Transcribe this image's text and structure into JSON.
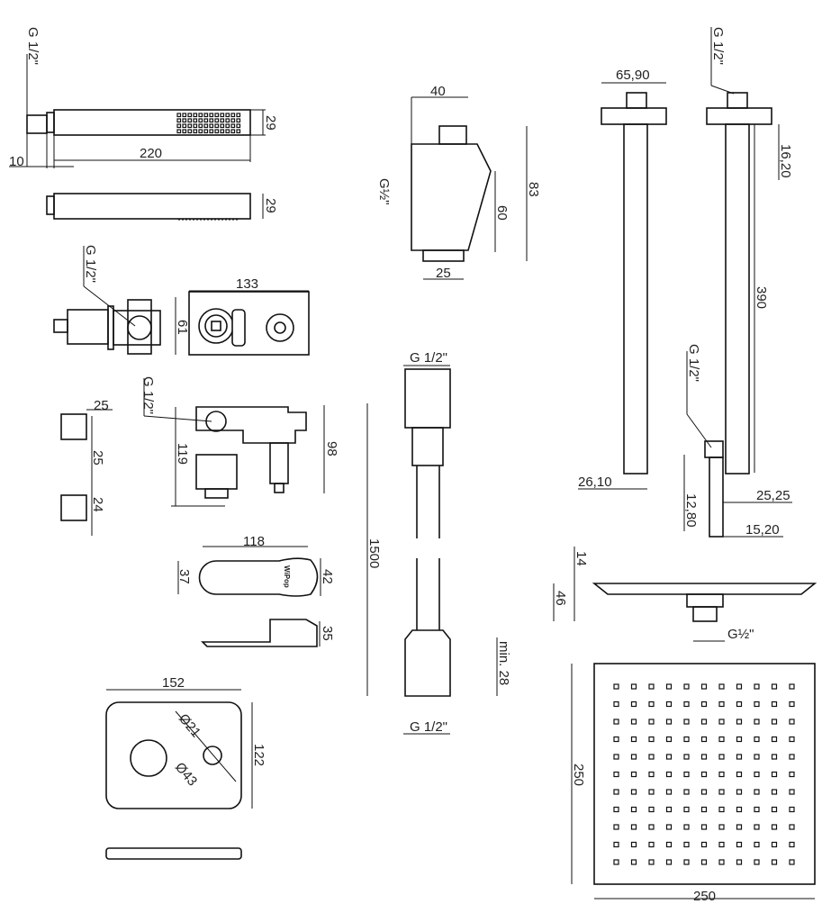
{
  "hand_shower": {
    "thread": "G 1/2\"",
    "wall_offset": "10",
    "length": "220",
    "height_top": "29",
    "height_side": "29"
  },
  "valve_body": {
    "thread": "G 1/2\"",
    "width": "133",
    "height": "61"
  },
  "valve_side": {
    "thread": "G 1/2\"",
    "height_a": "119",
    "height_b": "98"
  },
  "caps": {
    "width": "25",
    "height_a": "25",
    "height_b": "24"
  },
  "handle": {
    "length": "118",
    "height_a": "37",
    "height_b": "42",
    "depth": "35",
    "logo": "WiPop"
  },
  "cover_plate": {
    "width": "152",
    "height": "122",
    "diameter_small": "Ø21",
    "diameter_large": "Ø43"
  },
  "holder": {
    "width": "40",
    "thread": "G½\"",
    "height_total": "83",
    "height_inner": "60",
    "base": "25"
  },
  "hose": {
    "thread_top": "G 1/2\"",
    "length": "1500",
    "min_dim": "min. 28",
    "thread_bottom": "G 1/2\""
  },
  "shower_arm": {
    "flange": "65,90",
    "thread_top": "G 1/2\"",
    "flange_depth": "16,20",
    "length": "390",
    "thread_elbow": "G 1/2\"",
    "pipe": "26,10",
    "offset_a": "25,25",
    "elbow_h": "12,80",
    "offset_b": "15,20"
  },
  "head": {
    "thickness": "14",
    "height": "46",
    "thread": "G½\"",
    "depth": "250",
    "width": "250"
  }
}
